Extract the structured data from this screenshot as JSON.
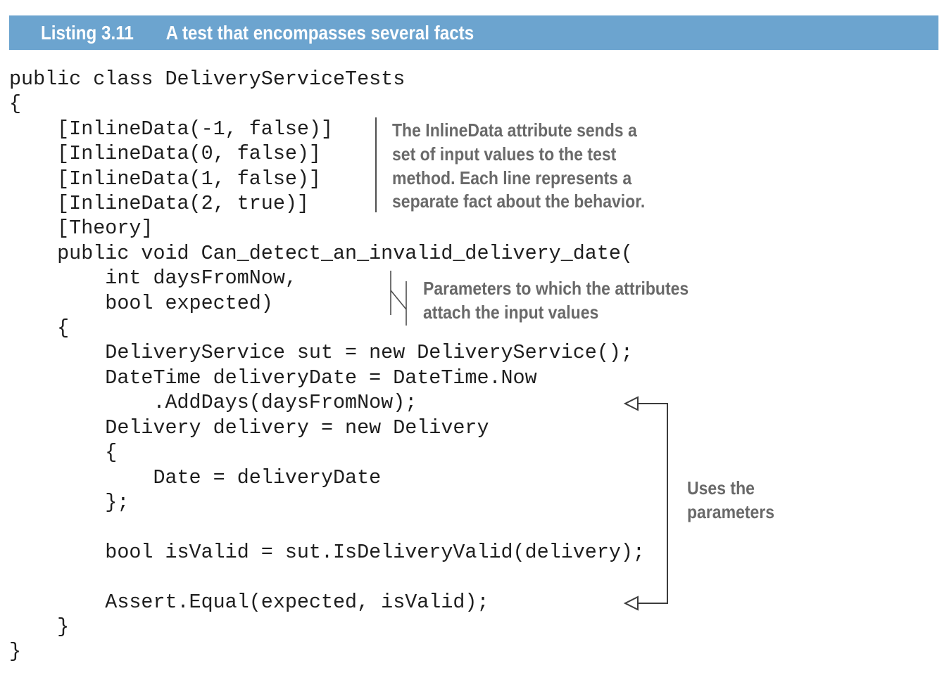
{
  "header": {
    "label": "Listing 3.11",
    "title": "A test that encompasses several facts"
  },
  "code": {
    "language": "csharp",
    "lines": [
      "public class DeliveryServiceTests",
      "{",
      "    [InlineData(-1, false)]",
      "    [InlineData(0, false)]",
      "    [InlineData(1, false)]",
      "    [InlineData(2, true)]",
      "    [Theory]",
      "    public void Can_detect_an_invalid_delivery_date(",
      "        int daysFromNow,",
      "        bool expected)",
      "    {",
      "        DeliveryService sut = new DeliveryService();",
      "        DateTime deliveryDate = DateTime.Now",
      "            .AddDays(daysFromNow);",
      "        Delivery delivery = new Delivery",
      "        {",
      "            Date = deliveryDate",
      "        };",
      "",
      "        bool isValid = sut.IsDeliveryValid(delivery);",
      "",
      "        Assert.Equal(expected, isValid);",
      "    }",
      "}"
    ]
  },
  "callouts": {
    "inline_data": {
      "lines": [
        "The InlineData attribute sends a",
        "set of input values to the test",
        "method. Each line represents a",
        "separate fact about the behavior."
      ]
    },
    "parameters": {
      "lines": [
        "Parameters to which the attributes",
        "attach the input values"
      ]
    },
    "uses": {
      "lines": [
        "Uses the",
        "parameters"
      ]
    }
  },
  "colors": {
    "header_bg": "#6ca4cf",
    "header_text": "#ffffff",
    "code_text": "#1e1e1e",
    "callout_text": "#696969",
    "connector": "#3c3c3c"
  }
}
